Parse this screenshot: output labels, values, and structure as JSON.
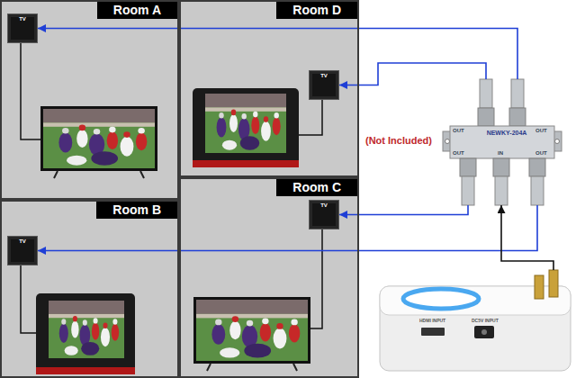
{
  "diagram": {
    "nodes": [
      {
        "text": [
          "Room A"
        ]
      },
      {
        "text": [
          "TV"
        ],
        "in": 0
      },
      {
        "text": [
          "Room D"
        ]
      },
      {
        "text": [
          "TV"
        ],
        "in": 2
      },
      {
        "text": [
          "NEWKY-204A"
        ]
      },
      {
        "text": [
          "Room B"
        ]
      },
      {
        "text": [
          "TV"
        ],
        "in": 5
      },
      {
        "text": [
          "Room C"
        ]
      },
      {
        "text": [
          "TV"
        ],
        "in": 7
      },
      {
        "text": [
          "HDMI INPUT",
          "DC5V INPUT"
        ]
      }
    ],
    "edges": [
      {
        "from": 4,
        "to": 1,
        "arrow": "to"
      },
      {
        "from": 4,
        "to": 3,
        "arrow": "to"
      },
      {
        "from": 4,
        "to": 8,
        "arrow": "to"
      },
      {
        "from": 4,
        "to": 6,
        "arrow": "to"
      },
      {
        "from": 9,
        "to": 4,
        "arrow": "to"
      }
    ],
    "labels": [
      "(Not Included)",
      "OUT",
      "OUT",
      "OUT",
      "IN",
      "OUT"
    ]
  }
}
